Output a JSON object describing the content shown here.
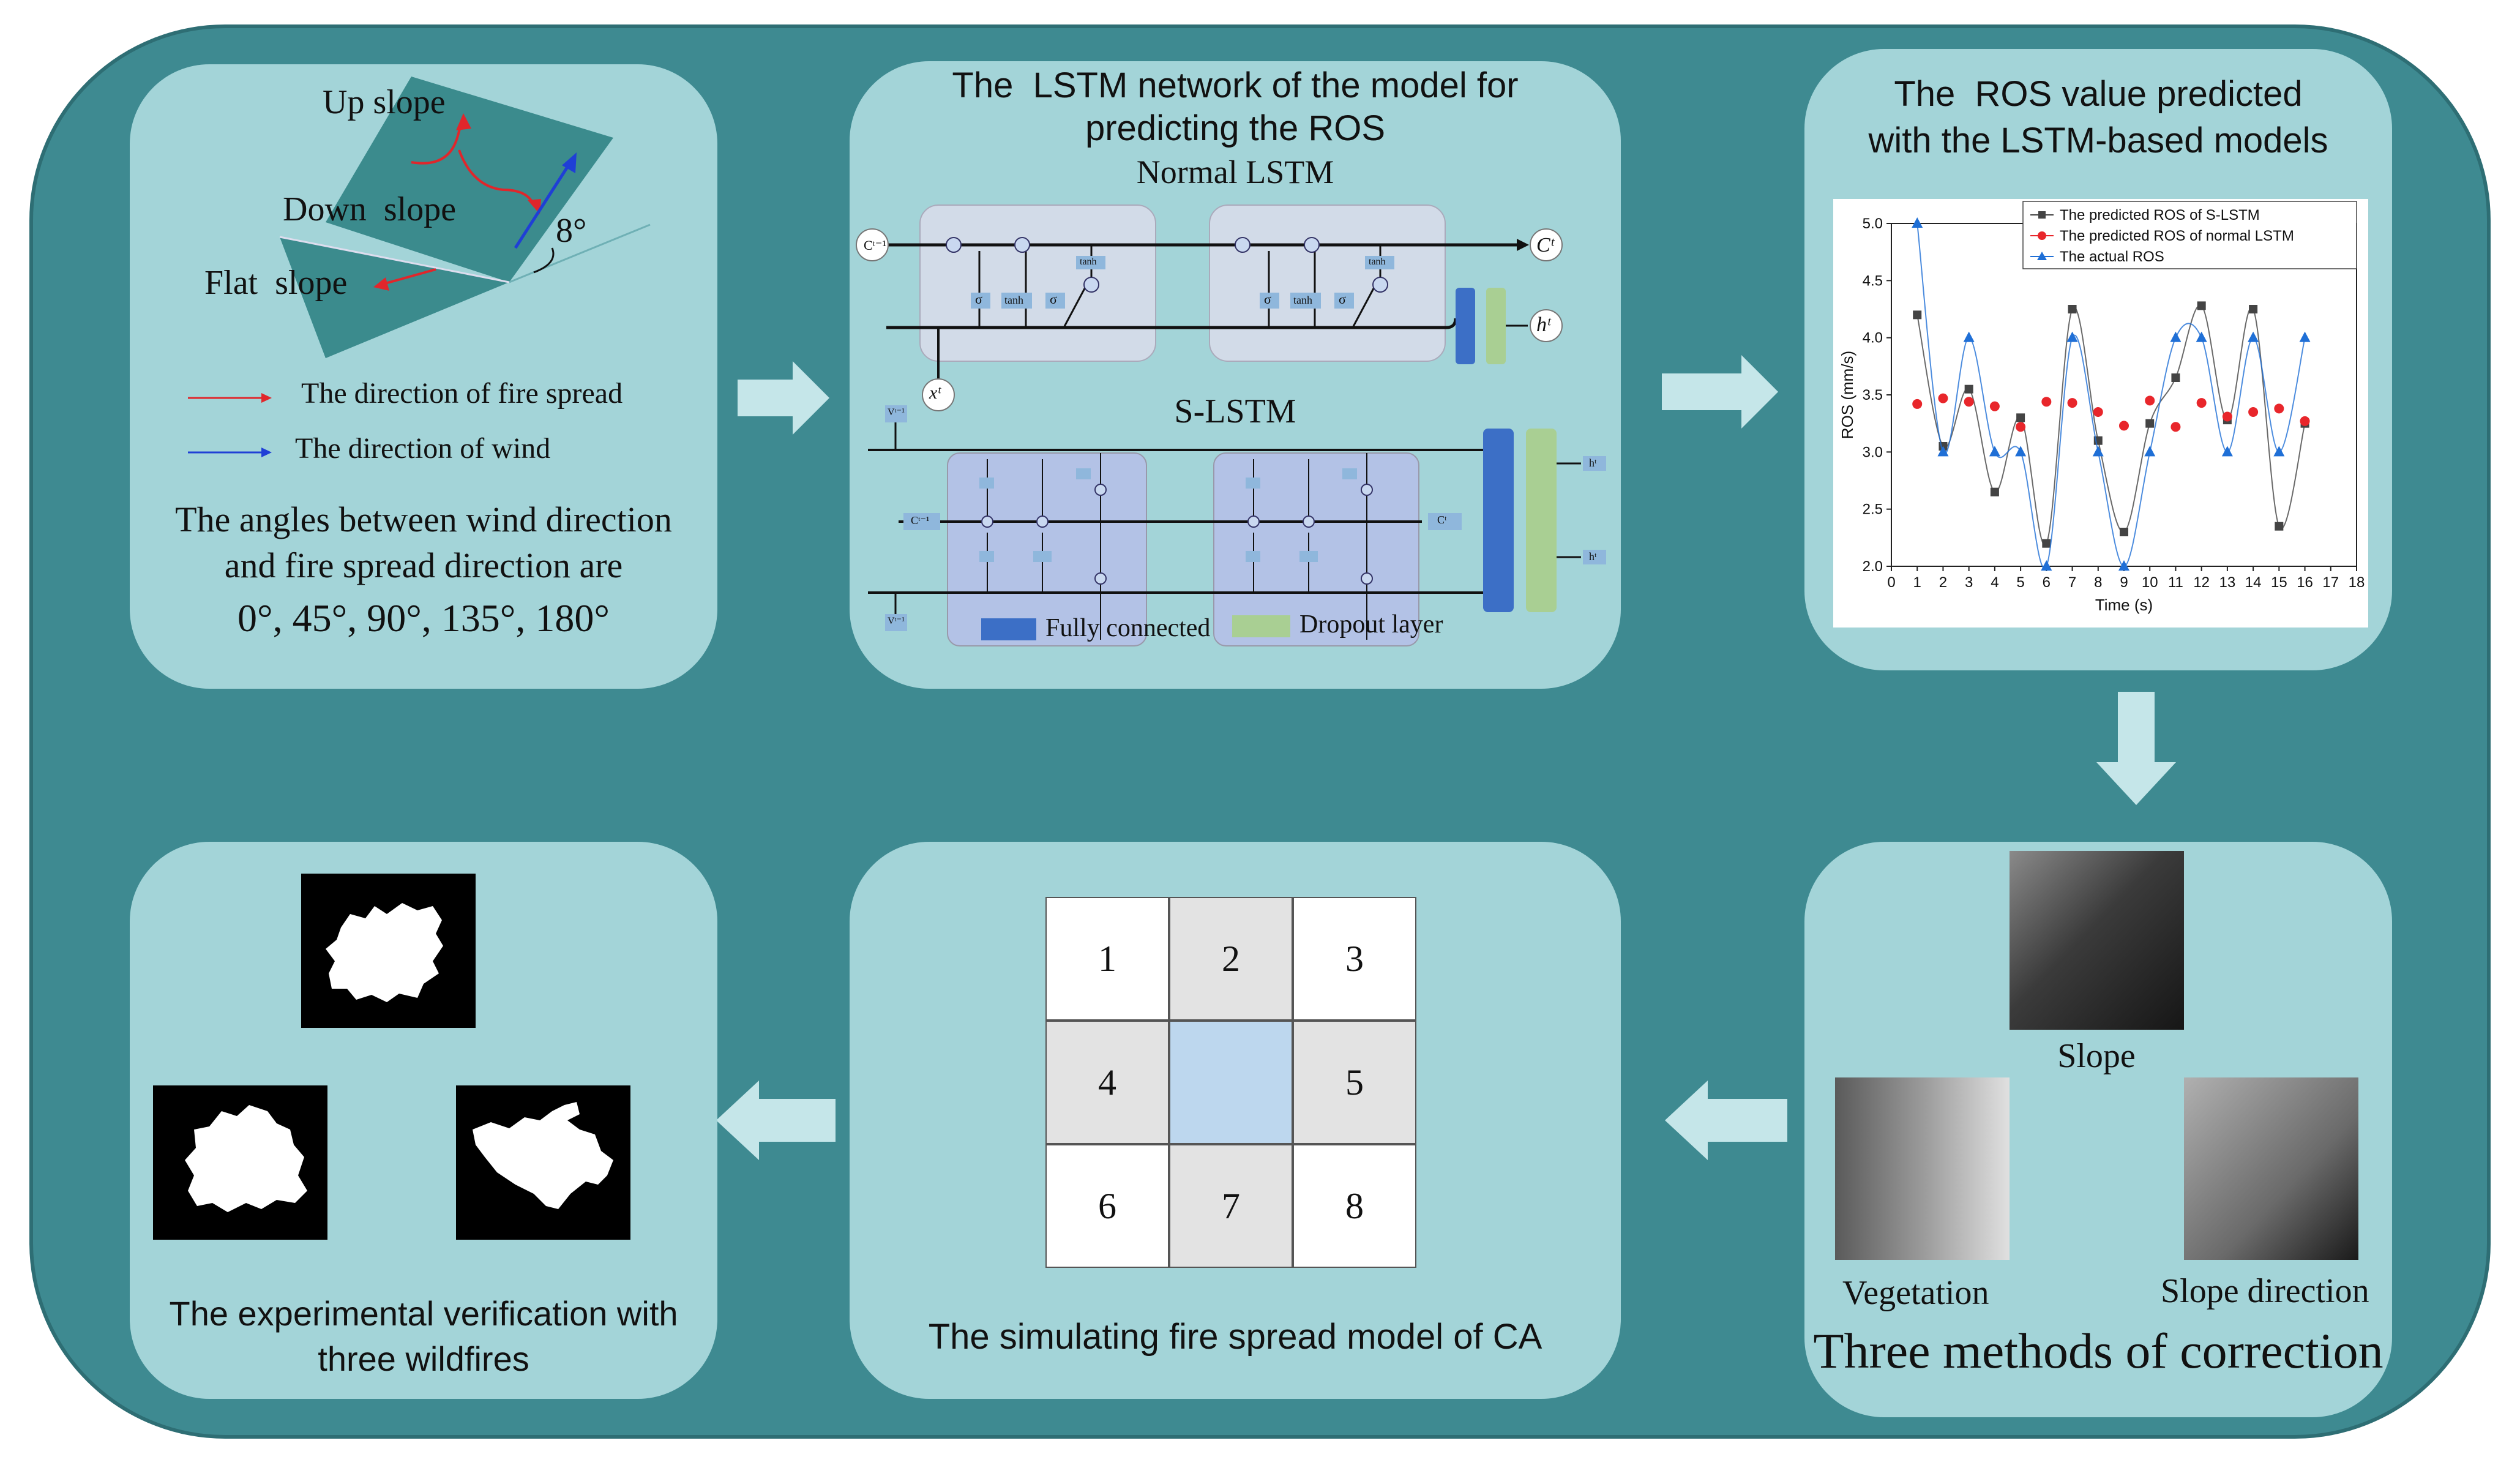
{
  "colors": {
    "frame": "#3e8a91",
    "panel": "#a3d4d8",
    "arrow": "#c5e6e9",
    "fire": "#e0262b",
    "wind": "#1f3fd6",
    "slope": "#3b8b8d"
  },
  "slope_panel": {
    "up_slope": "Up slope",
    "down_slope": "Down  slope",
    "flat_slope": "Flat  slope",
    "angle": "8°",
    "legend_fire": "The direction of fire spread",
    "legend_wind": "The direction of wind",
    "caption_line1": "The angles between wind direction",
    "caption_line2": "and fire spread direction are",
    "caption_line3": "0°, 45°, 90°, 135°, 180°"
  },
  "lstm_panel": {
    "title_line1": "The  LSTM network of the model for",
    "title_line2": "predicting the ROS",
    "normal_title": "Normal LSTM",
    "s_title": "S-LSTM",
    "c_prev": "Cᵗ⁻¹",
    "c_t": "Cᵗ",
    "h_t": "hᵗ",
    "x_t": "xᵗ",
    "sigma": "σ",
    "tanh": "tanh",
    "v_top": "Vᵗ⁻¹",
    "v_bottom": "Vᵗ⁻¹",
    "s_c_prev": "Cᵗ⁻¹",
    "s_c_t": "Cᵗ",
    "h_out_1": "hᵗ",
    "h_out_2": "hᵗ",
    "legend_fc": "Fully connected",
    "legend_dropout": "Dropout layer"
  },
  "ros_panel": {
    "title_line1": "The  ROS value predicted",
    "title_line2": "with the LSTM-based models"
  },
  "correction_panel": {
    "slope": "Slope",
    "vegetation": "Vegetation",
    "slope_direction": "Slope direction",
    "title": "Three methods of correction"
  },
  "ca_panel": {
    "cells": [
      "1",
      "2",
      "3",
      "4",
      "",
      "5",
      "6",
      "7",
      "8"
    ],
    "caption": "The simulating fire spread model of CA"
  },
  "verify_panel": {
    "caption_line1": "The experimental verification with",
    "caption_line2": "three wildfires"
  },
  "chart_data": {
    "type": "line",
    "xlabel": "Time (s)",
    "ylabel": "ROS (mm/s)",
    "xlim": [
      0,
      18
    ],
    "ylim": [
      2.0,
      5.0
    ],
    "x_ticks": [
      0,
      1,
      2,
      3,
      4,
      5,
      6,
      7,
      8,
      9,
      10,
      11,
      12,
      13,
      14,
      15,
      16,
      17,
      18
    ],
    "y_ticks": [
      2.0,
      2.5,
      3.0,
      3.5,
      4.0,
      4.5,
      5.0
    ],
    "legend_position": "top-right",
    "grid": false,
    "x": [
      1,
      2,
      3,
      4,
      5,
      6,
      7,
      8,
      9,
      10,
      11,
      12,
      13,
      14,
      15,
      16
    ],
    "series": [
      {
        "name": "The predicted ROS of S-LSTM",
        "color": "#444444",
        "marker": "square",
        "values": [
          4.2,
          3.05,
          3.55,
          2.65,
          3.3,
          2.2,
          4.25,
          3.1,
          2.3,
          3.25,
          3.65,
          4.28,
          3.28,
          4.25,
          2.35,
          3.25
        ]
      },
      {
        "name": "The predicted ROS of normal LSTM",
        "color": "#e8262b",
        "marker": "circle",
        "values": [
          3.42,
          3.47,
          3.44,
          3.4,
          3.22,
          3.44,
          3.43,
          3.35,
          3.23,
          3.45,
          3.22,
          3.43,
          3.31,
          3.35,
          3.38,
          3.27
        ]
      },
      {
        "name": "The actual ROS",
        "color": "#1f6fd6",
        "marker": "triangle",
        "values": [
          5.0,
          3.0,
          4.0,
          3.0,
          3.0,
          2.0,
          4.0,
          3.0,
          2.0,
          3.0,
          4.0,
          4.0,
          3.0,
          4.0,
          3.0,
          4.0
        ]
      }
    ]
  }
}
